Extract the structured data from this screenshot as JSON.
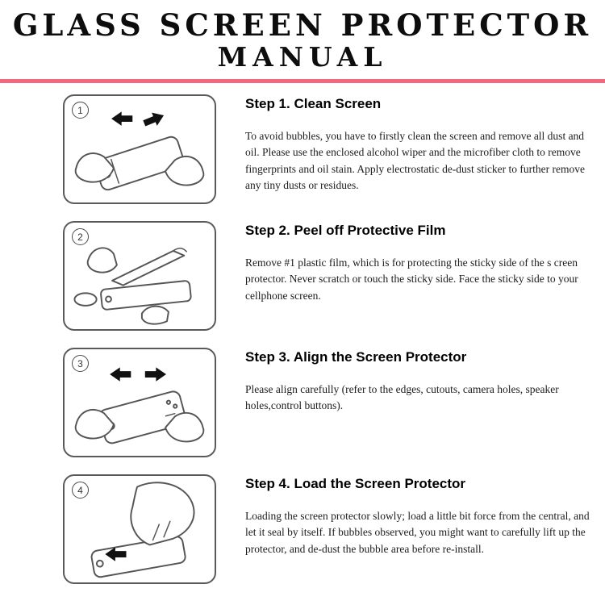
{
  "title": {
    "line1": "GLASS SCREEN PROTECTOR",
    "line2": "MANUAL"
  },
  "accent_color": "#f2697e",
  "steps": [
    {
      "number": "1",
      "heading": "Step 1. Clean Screen",
      "body": "To avoid bubbles, you have to firstly clean the screen and remove all dust and oil. Please use the enclosed alcohol wiper and the microfiber cloth to remove fingerprints and oil stain. Apply electrostatic de-dust sticker to further remove any tiny dusts or residues.",
      "illustration": "hands-cleaning-phone-screen"
    },
    {
      "number": "2",
      "heading": "Step 2. Peel off Protective Film",
      "body": "Remove #1 plastic film, which is for protecting the sticky side of the s creen protector. Never scratch or touch the sticky side. Face the sticky side to your cellphone screen.",
      "illustration": "peeling-protective-film-off-screen-protector"
    },
    {
      "number": "3",
      "heading": "Step 3. Align the Screen Protector",
      "body": "Please align carefully (refer to the edges, cutouts, camera holes, speaker holes,control buttons).",
      "illustration": "aligning-screen-protector-with-phone"
    },
    {
      "number": "4",
      "heading": "Step 4. Load the Screen Protector",
      "body": "Loading the screen protector slowly; load a little bit force from the central, and let it seal by itself. If bubbles observed, you might want to carefully lift up the protector, and de-dust the bubble area before re-install.",
      "illustration": "hand-pressing-screen-protector-onto-phone"
    }
  ]
}
